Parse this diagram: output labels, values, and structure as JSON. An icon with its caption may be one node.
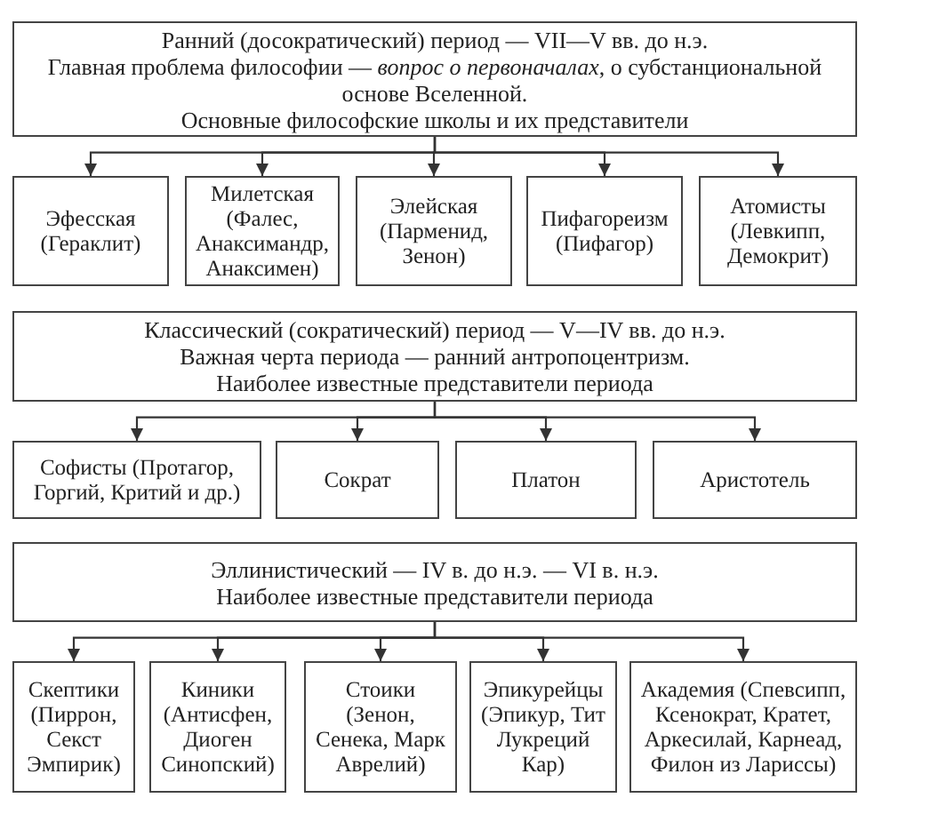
{
  "diagram": {
    "nodes": [
      {
        "text": [
          "Ранний (досократический) период — VII—V вв. до н.э.",
          "Главная проблема философии — *вопрос о первоначалах*, о субстанциональной основе Вселенной.",
          "Основные философские школы и их представители"
        ]
      },
      {
        "text": [
          "Эфесская (Гераклит)"
        ]
      },
      {
        "text": [
          "Милетская (Фалес, Анаксимандр, Анаксимен)"
        ]
      },
      {
        "text": [
          "Элейская (Парменид, Зенон)"
        ]
      },
      {
        "text": [
          "Пифагореизм (Пифагор)"
        ]
      },
      {
        "text": [
          "Атомисты (Левкипп, Демокрит)"
        ]
      },
      {
        "text": [
          "Классический (сократический) период — V—IV вв. до н.э.",
          "Важная черта периода — ранний антропоцентризм.",
          "Наиболее известные представители периода"
        ]
      },
      {
        "text": [
          "Софисты (Протагор, Горгий, Критий и др.)"
        ]
      },
      {
        "text": [
          "Сократ"
        ]
      },
      {
        "text": [
          "Платон"
        ]
      },
      {
        "text": [
          "Аристотель"
        ]
      },
      {
        "text": [
          "Эллинистический — IV в. до н.э. — VI в. н.э.",
          "Наиболее известные представители периода"
        ]
      },
      {
        "text": [
          "Скептики (Пиррон, Секст Эмпирик)"
        ]
      },
      {
        "text": [
          "Киники (Антисфен, Диоген Синопский)"
        ]
      },
      {
        "text": [
          "Стоики (Зенон, Сенека, Марк Аврелий)"
        ]
      },
      {
        "text": [
          "Эпикурейцы (Эпикур, Тит Лукреций Кар)"
        ]
      },
      {
        "text": [
          "Академия (Спевсипп, Ксенократ, Кратет, Аркесилай, Карнеад, Филон из Лариссы)"
        ]
      }
    ],
    "edges": [
      {
        "from": 0,
        "to": 1,
        "arrow": "to"
      },
      {
        "from": 0,
        "to": 2,
        "arrow": "to"
      },
      {
        "from": 0,
        "to": 3,
        "arrow": "to"
      },
      {
        "from": 0,
        "to": 4,
        "arrow": "to"
      },
      {
        "from": 0,
        "to": 5,
        "arrow": "to"
      },
      {
        "from": 6,
        "to": 7,
        "arrow": "to"
      },
      {
        "from": 6,
        "to": 8,
        "arrow": "to"
      },
      {
        "from": 6,
        "to": 9,
        "arrow": "to"
      },
      {
        "from": 6,
        "to": 10,
        "arrow": "to"
      },
      {
        "from": 11,
        "to": 12,
        "arrow": "to"
      },
      {
        "from": 11,
        "to": 13,
        "arrow": "to"
      },
      {
        "from": 11,
        "to": 14,
        "arrow": "to"
      },
      {
        "from": 11,
        "to": 15,
        "arrow": "to"
      },
      {
        "from": 11,
        "to": 16,
        "arrow": "to"
      }
    ]
  }
}
